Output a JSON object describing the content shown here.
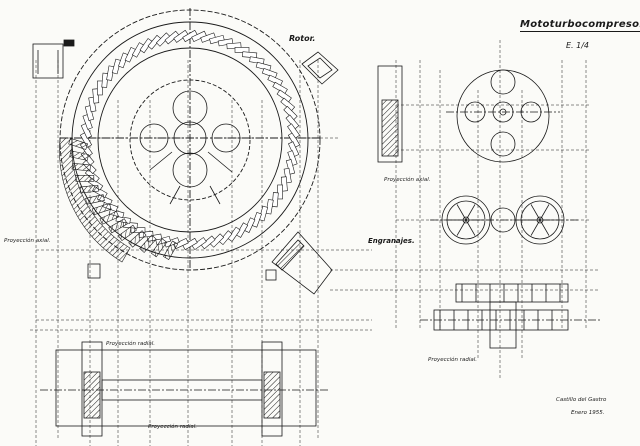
{
  "drawing": {
    "title": "Mototurbocompresor.",
    "scale": "E. 1/4",
    "labels": {
      "rotor": "Rotor.",
      "axial_left": "Proyección axial.",
      "axial_right": "Proyección axial.",
      "gears": "Engranajes.",
      "radial_right": "Proyección radial.",
      "radial_center": "Proyección radial.",
      "radial_bottom": "Proyección radial."
    },
    "signature": "Castillo del Gastro",
    "date": "Enero 1955."
  },
  "colors": {
    "ink": "#1a1a1a",
    "paper": "#fbfbf8"
  }
}
